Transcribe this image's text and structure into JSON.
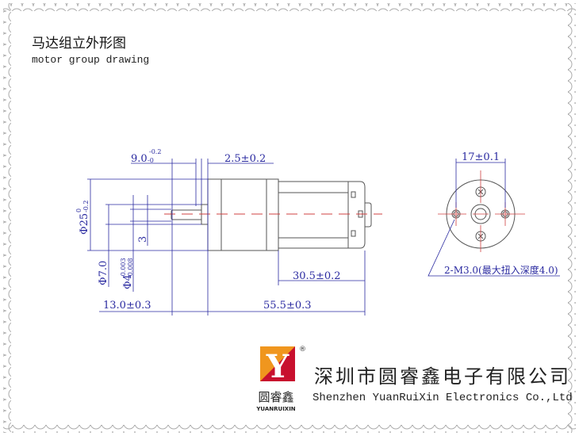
{
  "title": {
    "cn": "马达组立外形图",
    "en": "motor group drawing"
  },
  "dimensions": {
    "shaft_length": "9.0",
    "shaft_length_tol_upper": "-0.2",
    "shaft_length_tol_lower": "-0",
    "flange": "2.5±0.2",
    "gearbox_dia": "Φ25",
    "gearbox_dia_tol_upper": "0",
    "gearbox_dia_tol_lower": "-0.2",
    "boss_dia": "Φ7.0",
    "shaft_dia": "Φ4",
    "shaft_dia_tol_upper": "-0.003",
    "shaft_dia_tol_lower": "-0.008",
    "flat": "3",
    "front_length": "13.0±0.3",
    "motor_length": "30.5±0.2",
    "body_length": "55.5±0.3",
    "hole_spacing": "17±0.1",
    "hole_note": "2-M3.0(最大扭入深度4.0)"
  },
  "company": {
    "logo_letter": "Y",
    "logo_cn": "圆睿鑫",
    "logo_en": "YUANRUIXIN",
    "registered": "®",
    "name_cn": "深圳市圆睿鑫电子有限公司",
    "name_en": "Shenzhen YuanRuiXin Electronics Co.,Ltd"
  },
  "colors": {
    "dimension": "#2a2aa0",
    "centerline": "#d04040",
    "outline": "#555555",
    "logo_orange": "#f0961e",
    "logo_red": "#c8102e"
  }
}
